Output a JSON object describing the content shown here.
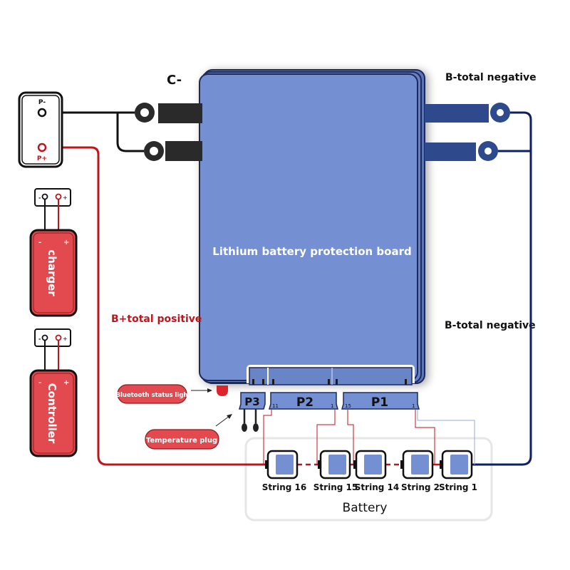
{
  "board": {
    "title": "Lithium battery protection board",
    "c_minus": "C-",
    "b_total_negative_top": "B-total negative",
    "b_total_negative_side": "B-total negative",
    "b_total_positive": "B+total positive"
  },
  "connectors": {
    "p3": "P3",
    "p2": "P2",
    "p2_left_pin": "11",
    "p2_right_pin": "1",
    "p1": "P1",
    "p1_left_pin": "15",
    "p1_right_pin": "1"
  },
  "output_port": {
    "p_minus": "P-",
    "p_plus": "P+"
  },
  "devices": {
    "charger": {
      "label": "charger",
      "minus": "-",
      "plus": "+"
    },
    "controller": {
      "label": "Controller",
      "minus": "-",
      "plus": "+"
    }
  },
  "callouts": {
    "bluetooth": "Bluetooth status ligh",
    "temperature": "Temperature plug"
  },
  "battery": {
    "title": "Battery",
    "strings": [
      "String 16",
      "String 15",
      "String 14",
      "String 2",
      "String 1"
    ]
  },
  "colors": {
    "board_blue": "#7590d2",
    "board_edge": "#1c2a5a",
    "negative_wire": "#0e1f63",
    "positive_wire": "#c0141c",
    "device_red": "#e24a4f",
    "terminal_lug": "#2a2a2a",
    "negative_lug": "#2f4a8c"
  }
}
